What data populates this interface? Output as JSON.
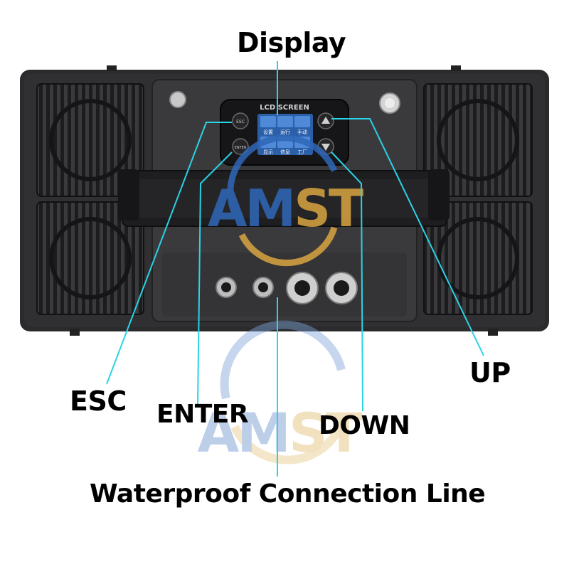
{
  "watermark": {
    "text": "AMST",
    "part1": "AM",
    "part2": "ST",
    "blue": "#2f67b8",
    "gold": "#d9a441"
  },
  "device": {
    "screen_header": "LCD SCREEN",
    "buttons": {
      "esc": "ESC",
      "enter": "ENTER"
    },
    "menu": [
      "设置",
      "运行",
      "手动",
      "显示",
      "信息",
      "工厂"
    ]
  },
  "callouts": {
    "display": "Display",
    "up": "UP",
    "esc": "ESC",
    "enter": "ENTER",
    "down": "DOWN",
    "waterproof": "Waterproof Connection Line"
  },
  "colors": {
    "leader_line": "#2ad3e6",
    "device_body": "#2b2b2d",
    "panel": "#3a3a3d"
  }
}
